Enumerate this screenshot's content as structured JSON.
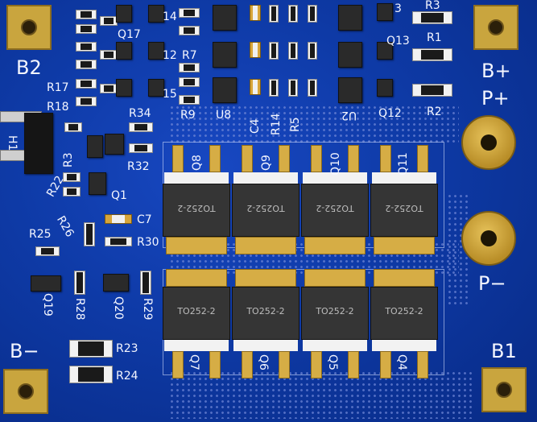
{
  "board": {
    "colors": {
      "soldermask": "#0e3aa6",
      "copper": "#d8b24a",
      "silkscreen": "#f4f6ff"
    },
    "terminals": {
      "b2": "B2",
      "b_plus": "B+",
      "p_plus": "P+",
      "p_minus": "P−",
      "b_minus": "B−",
      "b1": "B1"
    },
    "labels": {
      "q17": "Q17",
      "r14a": "14",
      "r12a": "12",
      "r7": "R7",
      "r15": "15",
      "r9": "R9",
      "u8": "U8",
      "c4": "C4",
      "r14": "R14",
      "r5": "R5",
      "u2": "U2",
      "q12": "Q12",
      "r2": "R2",
      "r1": "R1",
      "r3": "R3",
      "q3": "3",
      "q13": "Q13",
      "r17": "R17",
      "r18": "R18",
      "h1": "H1",
      "r34": "R34",
      "r32": "R32",
      "r31": "R3",
      "r22": "R22",
      "q1": "Q1",
      "c7": "C7",
      "r26": "R26",
      "r30": "R30",
      "r25": "R25",
      "q19": "Q19",
      "r28": "R28",
      "q20": "Q20",
      "r29": "R29",
      "r23": "R23",
      "r24": "R24",
      "q8": "Q8",
      "q9": "Q9",
      "q10": "Q10",
      "q11": "Q11",
      "q7": "Q7",
      "q6": "Q6",
      "q5": "Q5",
      "q4": "Q4"
    },
    "package": "TO252-2"
  }
}
